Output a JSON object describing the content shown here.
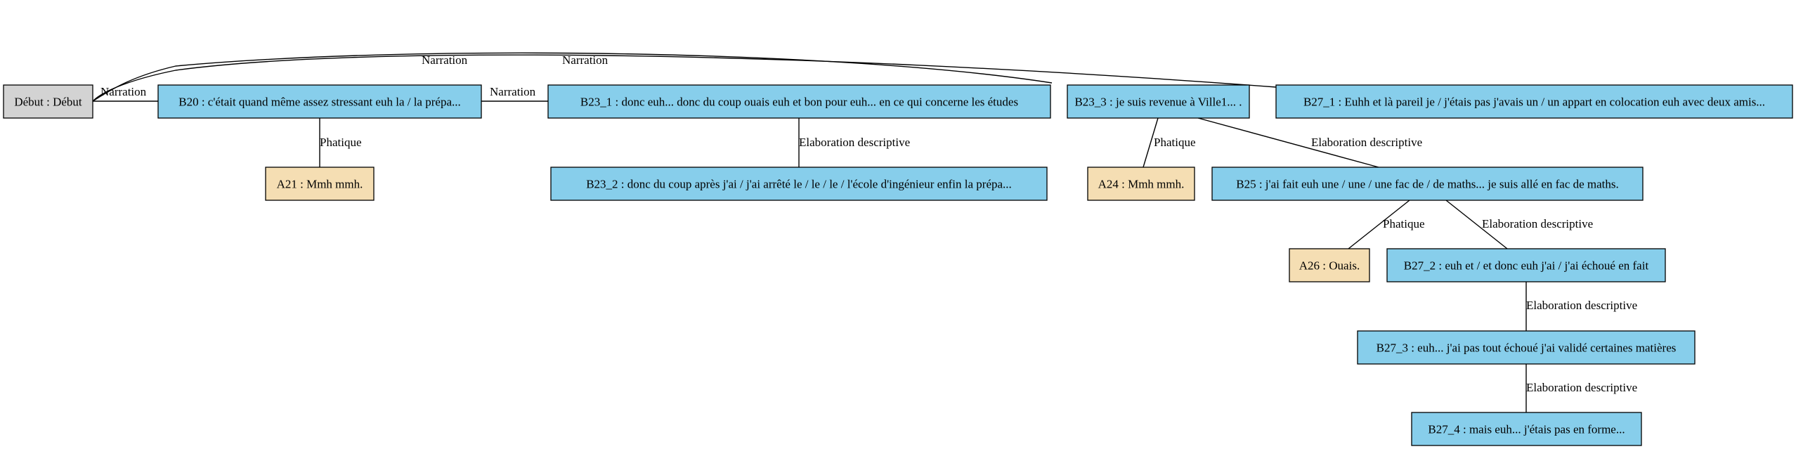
{
  "colors": {
    "start": "#d3d3d3",
    "speaker_b": "#87ceeb",
    "speaker_a": "#f5deb3"
  },
  "nodes": [
    {
      "id": "debut",
      "label": "Début : Début",
      "kind": "start"
    },
    {
      "id": "b20",
      "label": "B20 : c'était quand même assez stressant euh la / la prépa...",
      "kind": "speaker_b"
    },
    {
      "id": "a21",
      "label": "A21 : Mmh mmh.",
      "kind": "speaker_a"
    },
    {
      "id": "b23_1",
      "label": "B23_1 : donc euh... donc du coup ouais euh et bon pour euh... en ce qui concerne les études",
      "kind": "speaker_b"
    },
    {
      "id": "b23_2",
      "label": "B23_2 : donc du coup après j'ai / j'ai arrêté le / le / le / l'école d'ingénieur enfin la prépa...",
      "kind": "speaker_b"
    },
    {
      "id": "b23_3",
      "label": "B23_3 : je suis revenue à Ville1... .",
      "kind": "speaker_b"
    },
    {
      "id": "a24",
      "label": "A24 : Mmh mmh.",
      "kind": "speaker_a"
    },
    {
      "id": "b25",
      "label": "B25 : j'ai fait euh une / une / une fac de / de maths... je suis allé en fac de maths.",
      "kind": "speaker_b"
    },
    {
      "id": "a26",
      "label": "A26 : Ouais.",
      "kind": "speaker_a"
    },
    {
      "id": "b27_1",
      "label": "B27_1 : Euhh et là pareil je / j'étais pas j'avais un / un appart en colocation euh avec deux amis...",
      "kind": "speaker_b"
    },
    {
      "id": "b27_2",
      "label": "B27_2 : euh et / et donc euh j'ai / j'ai échoué en fait",
      "kind": "speaker_b"
    },
    {
      "id": "b27_3",
      "label": "B27_3 : euh... j'ai pas tout échoué j'ai validé certaines matières",
      "kind": "speaker_b"
    },
    {
      "id": "b27_4",
      "label": "B27_4 : mais euh... j'étais pas en forme...",
      "kind": "speaker_b"
    }
  ],
  "edges": [
    {
      "from": "debut",
      "to": "b20",
      "label": "Narration"
    },
    {
      "from": "debut",
      "to": "b23_3",
      "label": "Narration"
    },
    {
      "from": "debut",
      "to": "b27_1",
      "label": "Narration"
    },
    {
      "from": "b20",
      "to": "a21",
      "label": "Phatique"
    },
    {
      "from": "b20",
      "to": "b23_1",
      "label": "Narration"
    },
    {
      "from": "b23_1",
      "to": "b23_2",
      "label": "Elaboration descriptive"
    },
    {
      "from": "b23_3",
      "to": "a24",
      "label": "Phatique"
    },
    {
      "from": "b23_3",
      "to": "b25",
      "label": "Elaboration descriptive"
    },
    {
      "from": "b25",
      "to": "a26",
      "label": "Phatique"
    },
    {
      "from": "b25",
      "to": "b27_2",
      "label": "Elaboration descriptive"
    },
    {
      "from": "b27_2",
      "to": "b27_3",
      "label": "Elaboration descriptive"
    },
    {
      "from": "b27_3",
      "to": "b27_4",
      "label": "Elaboration descriptive"
    }
  ]
}
